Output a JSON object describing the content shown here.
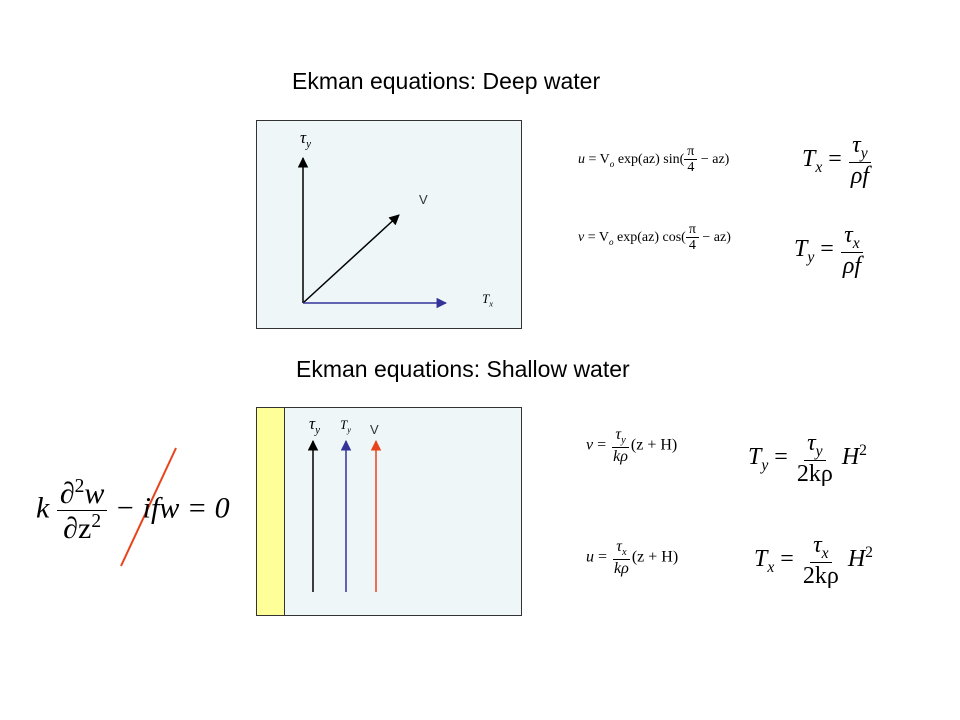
{
  "titles": {
    "deep": "Ekman equations: Deep water",
    "shallow": "Ekman equations: Shallow water"
  },
  "deep_diagram": {
    "vertical_label": "τ",
    "vertical_sub": "y",
    "vector_label": "V",
    "horizontal_label": "T",
    "horizontal_sub": "x"
  },
  "shallow_diagram": {
    "arrow1_label": "τ",
    "arrow1_sub": "y",
    "arrow2_label": "T",
    "arrow2_sub": "y",
    "arrow3_label": "V"
  },
  "colors": {
    "panel_bg": "#eef6f8",
    "strip_bg": "#ffff99",
    "arrow_black": "#000000",
    "arrow_blue": "#333399",
    "arrow_red": "#e8431a",
    "strike_red": "#e8431a"
  },
  "equations": {
    "deep_u": {
      "lhs": "u",
      "rest": "= V",
      "sub": "o",
      "tail": " exp(az) sin(",
      "frac_num": "π",
      "frac_den": "4",
      "end": " − az)"
    },
    "deep_v": {
      "lhs": "v",
      "rest": "= V",
      "sub": "o",
      "tail": " exp(az) cos(",
      "frac_num": "π",
      "frac_den": "4",
      "end": " − az)"
    },
    "deep_Tx": {
      "lhs": "T",
      "sub": "x",
      "eq": " = ",
      "num": "τ",
      "num_sub": "y",
      "den": "ρf"
    },
    "deep_Ty": {
      "lhs": "T",
      "sub": "y",
      "eq": " = ",
      "num": "τ",
      "num_sub": "x",
      "den": "ρf"
    },
    "shallow_v": {
      "lhs": "v",
      "eq": " = ",
      "num": "τ",
      "num_sub": "y",
      "den": "kρ",
      "tail": "(z + H)"
    },
    "shallow_u": {
      "lhs": "u",
      "eq": " = ",
      "num": "τ",
      "num_sub": "x",
      "den": "kρ",
      "tail": "(z + H)"
    },
    "shallow_Ty": {
      "lhs": "T",
      "sub": "y",
      "eq": " = ",
      "num": "τ",
      "num_sub": "y",
      "den": "2kρ",
      "tail": " H",
      "sup": "2"
    },
    "shallow_Tx": {
      "lhs": "T",
      "sub": "x",
      "eq": " = ",
      "num": "τ",
      "num_sub": "x",
      "den": "2kρ",
      "tail": " H",
      "sup": "2"
    },
    "diff": {
      "k": "k",
      "num": "∂",
      "num_sup": "2",
      "num_w": "w",
      "den": "∂z",
      "den_sup": "2",
      "tail": " − ifw = 0"
    }
  }
}
